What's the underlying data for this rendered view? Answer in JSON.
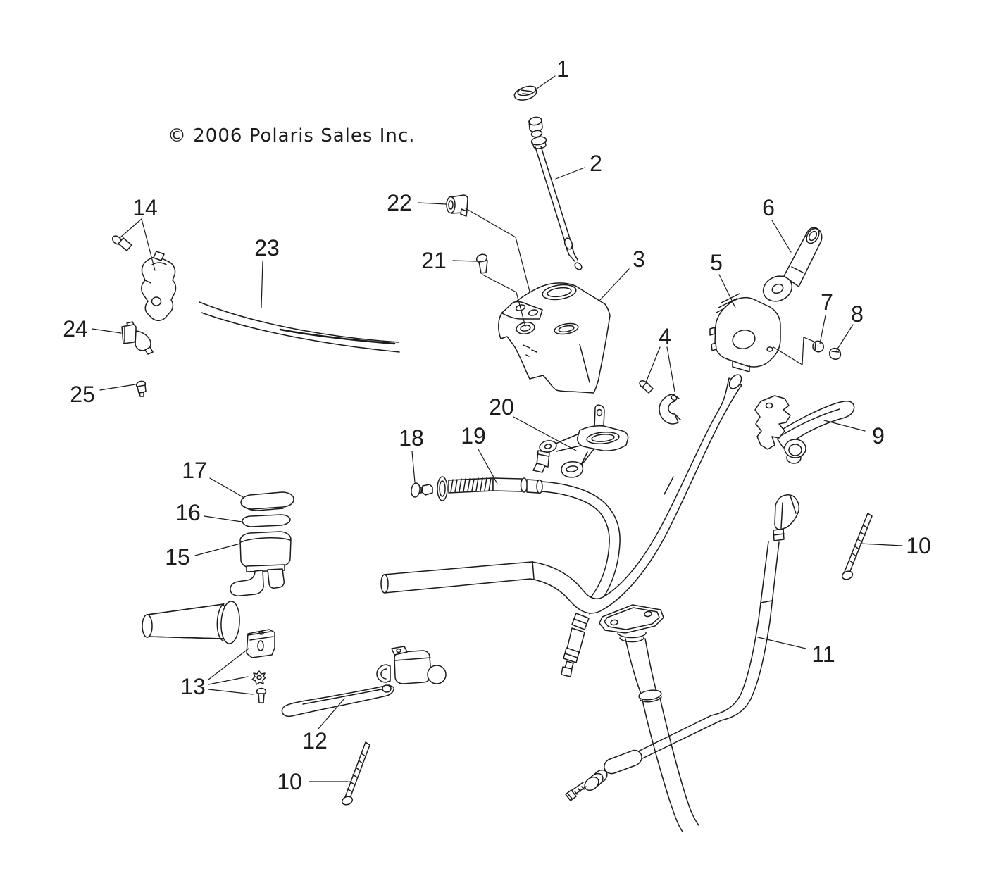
{
  "copyright": "© 2006 Polaris Sales Inc.",
  "callouts": {
    "c1": "1",
    "c2": "2",
    "c3": "3",
    "c4": "4",
    "c5": "5",
    "c6": "6",
    "c7": "7",
    "c8": "8",
    "c9": "9",
    "c10_right": "10",
    "c10_bottom": "10",
    "c11": "11",
    "c12": "12",
    "c13": "13",
    "c14": "14",
    "c15": "15",
    "c16": "16",
    "c17": "17",
    "c18": "18",
    "c19": "19",
    "c20": "20",
    "c21": "21",
    "c22": "22",
    "c23": "23",
    "c24": "24",
    "c25": "25"
  }
}
